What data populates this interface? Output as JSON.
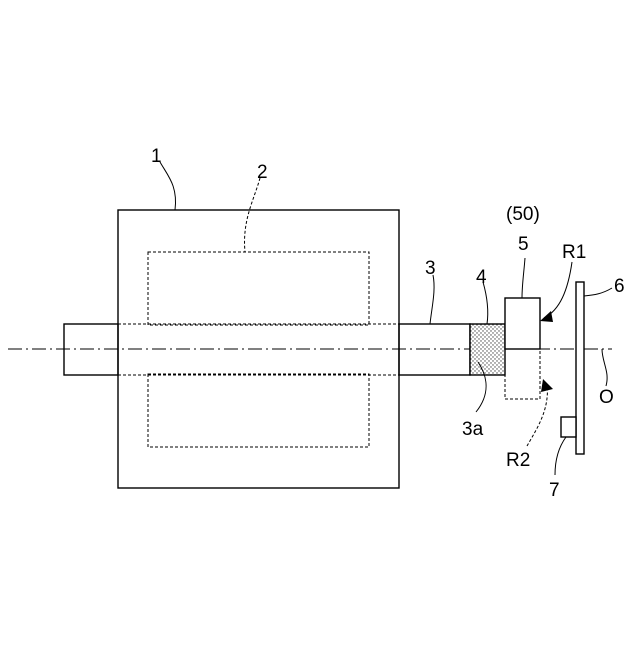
{
  "labels": {
    "motor_body": "1",
    "rotor": "2",
    "shaft": "3",
    "shaft_end": "3a",
    "magnet": "4",
    "holder": "5",
    "holder_group": "(50)",
    "board": "6",
    "sensor": "7",
    "axis": "O",
    "region_r1": "R1",
    "region_r2": "R2"
  }
}
